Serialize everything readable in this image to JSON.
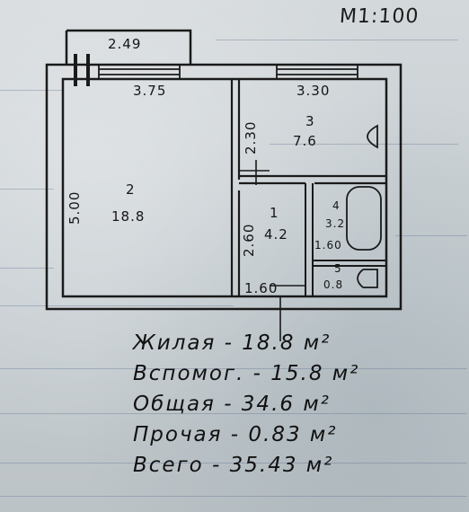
{
  "scale": "М1:100",
  "dims": {
    "balcony": "2.49",
    "room2_width": "3.75",
    "room3_width": "3.30",
    "room2_height": "5.00",
    "room3_height": "2.30",
    "hall_height": "2.60",
    "bottom_width": "1.60",
    "bath_width": "1.60"
  },
  "rooms": {
    "r2_num": "2",
    "r2_area": "18.8",
    "r3_num": "3",
    "r3_area": "7.6",
    "r1_num": "1",
    "r1_area": "4.2",
    "r4_num": "4",
    "r4_area": "3.2",
    "r5_num": "5",
    "r5_area": "0.8"
  },
  "summary": {
    "line1": "Жилая - 18.8 м²",
    "line2": "Вспомог. - 15.8 м²",
    "line3": "Общая - 34.6 м²",
    "line4": "Прочая - 0.83 м²",
    "line5": "Всего - 35.43 м²"
  }
}
